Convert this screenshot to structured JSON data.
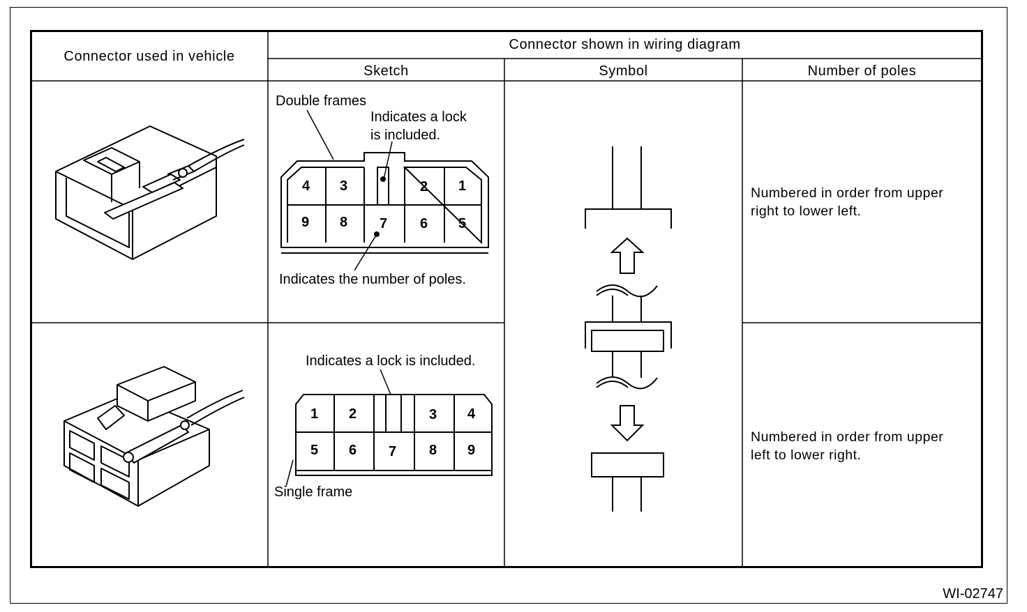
{
  "table": {
    "col_vehicle": "Connector used in vehicle",
    "col_diagram": "Connector shown in wiring diagram",
    "col_sketch": "Sketch",
    "col_symbol": "Symbol",
    "col_poles": "Number of poles"
  },
  "row1": {
    "label_double_frames": "Double frames",
    "label_lock_line1": "Indicates a lock",
    "label_lock_line2": "is included.",
    "label_poles": "Indicates the number of poles.",
    "pins_top": [
      "4",
      "3",
      "2",
      "1"
    ],
    "pins_bottom": [
      "9",
      "8",
      "7",
      "6",
      "5"
    ],
    "desc_line1": "Numbered in order from upper",
    "desc_line2": "right to lower left."
  },
  "row2": {
    "label_lock": "Indicates a lock is included.",
    "label_single_frame": "Single frame",
    "pins_top": [
      "1",
      "2",
      "3",
      "4"
    ],
    "pins_bottom": [
      "5",
      "6",
      "7",
      "8",
      "9"
    ],
    "desc_line1": "Numbered in order from upper",
    "desc_line2": "left to lower right."
  },
  "figure_code": "WI-02747"
}
